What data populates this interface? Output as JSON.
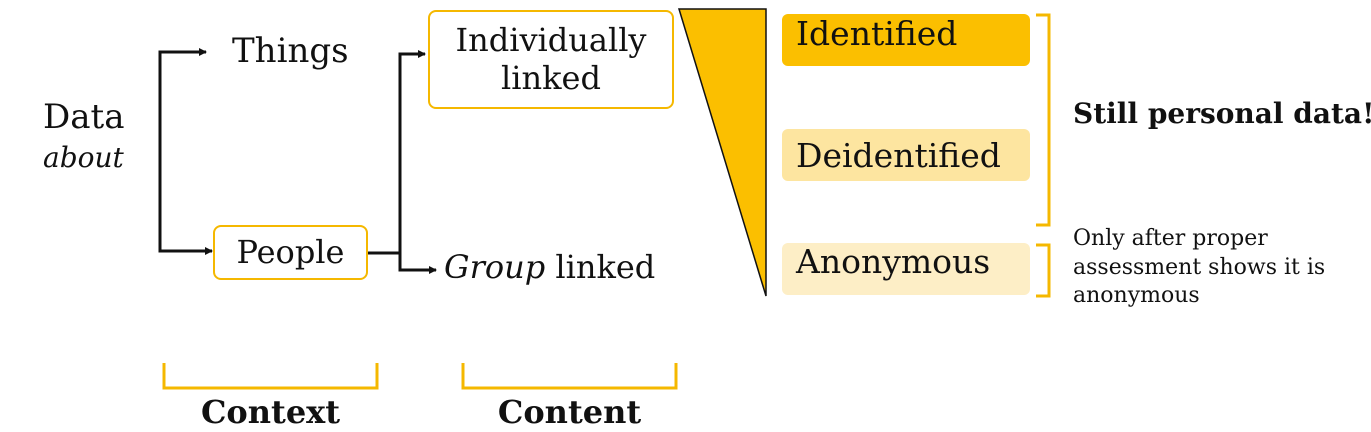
{
  "left": {
    "data_label": "Data",
    "about_label": "about"
  },
  "context": {
    "things": "Things",
    "people": "People"
  },
  "content": {
    "individually_line1": "Individually",
    "individually_line2": "linked",
    "group_italic": "Group",
    "group_rest": " linked"
  },
  "levels": {
    "identified": "Identified",
    "deidentified": "Deidentified",
    "anonymous": "Anonymous"
  },
  "right": {
    "still_personal": "Still personal data!",
    "anon_note_line1": "Only after proper",
    "anon_note_line2": "assessment shows it is",
    "anon_note_line3": "anonymous"
  },
  "captions": {
    "context": "Context",
    "content": "Content"
  },
  "colors": {
    "accent": "#f5b800",
    "identified": "#fbbf00",
    "deidentified": "#fde5a0",
    "anonymous": "#fdeec6",
    "line": "#111111"
  }
}
